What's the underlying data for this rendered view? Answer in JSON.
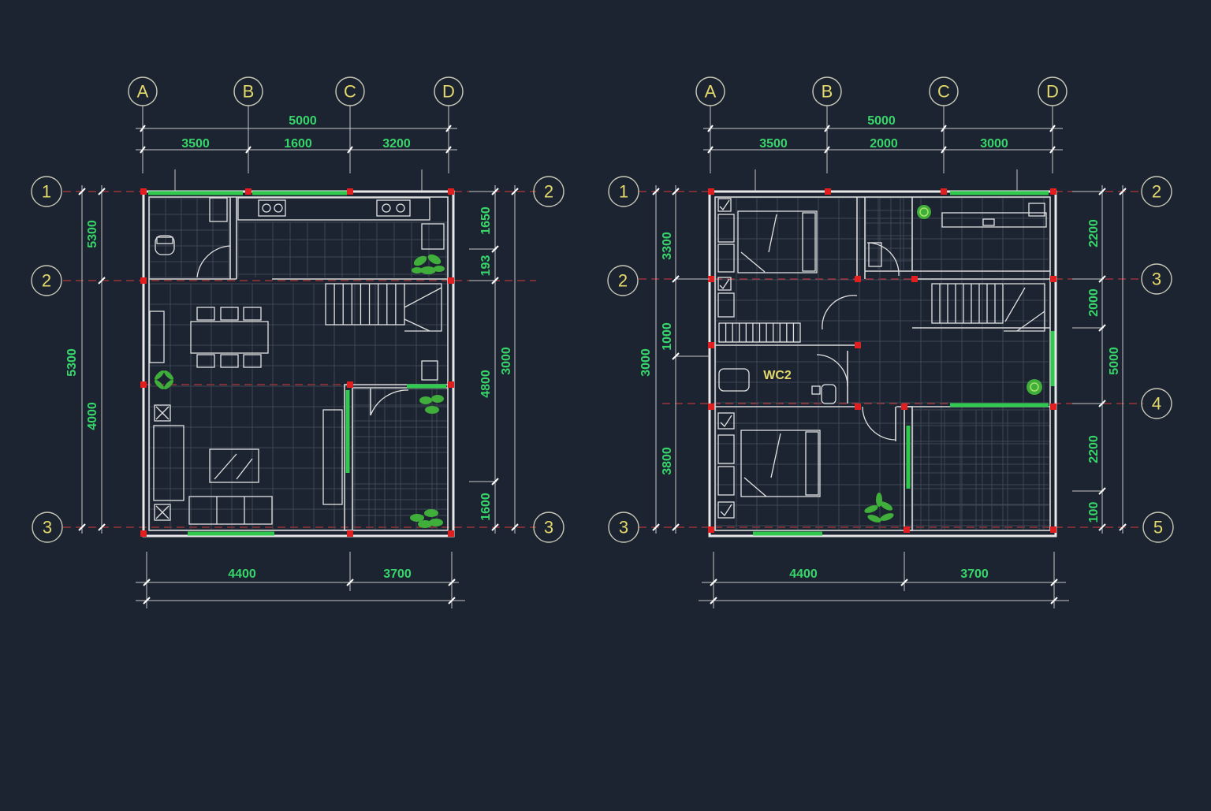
{
  "plans": [
    {
      "id": "left",
      "column_bubbles": [
        "A",
        "B",
        "C",
        "D"
      ],
      "row_bubbles_left": [
        "1",
        "2",
        "3"
      ],
      "row_bubbles_right": [
        "2",
        "3"
      ],
      "top_total": "5000",
      "top_segments": [
        "3500",
        "1600",
        "3200"
      ],
      "left_outer": [
        "5300"
      ],
      "left_inner": [
        "5300",
        "4000"
      ],
      "right_inner": [
        "1650",
        "193",
        "4800",
        "1600"
      ],
      "right_outer": [
        "3000"
      ],
      "bottom_segments": [
        "4400",
        "3700"
      ],
      "room_labels": []
    },
    {
      "id": "right",
      "column_bubbles": [
        "A",
        "B",
        "C",
        "D"
      ],
      "row_bubbles_left": [
        "1",
        "2",
        "3"
      ],
      "row_bubbles_right": [
        "2",
        "3",
        "4",
        "5"
      ],
      "top_total": "5000",
      "top_segments": [
        "3500",
        "2000",
        "3000"
      ],
      "left_outer": [
        "3000"
      ],
      "left_inner": [
        "3300",
        "1000",
        "3800"
      ],
      "right_inner": [
        "2200",
        "2000",
        "2200",
        "100"
      ],
      "right_outer": [
        "5000"
      ],
      "bottom_segments": [
        "4400",
        "3700"
      ],
      "room_labels": [
        "WC2"
      ]
    }
  ],
  "colors": {
    "background": "#1d2431",
    "dimension_text": "#37d66a",
    "bubble_text": "#e4d96a",
    "grid_line": "#d83a3a",
    "window": "#2fc94e",
    "column": "#e02020",
    "wall": "#e8e8e8"
  }
}
